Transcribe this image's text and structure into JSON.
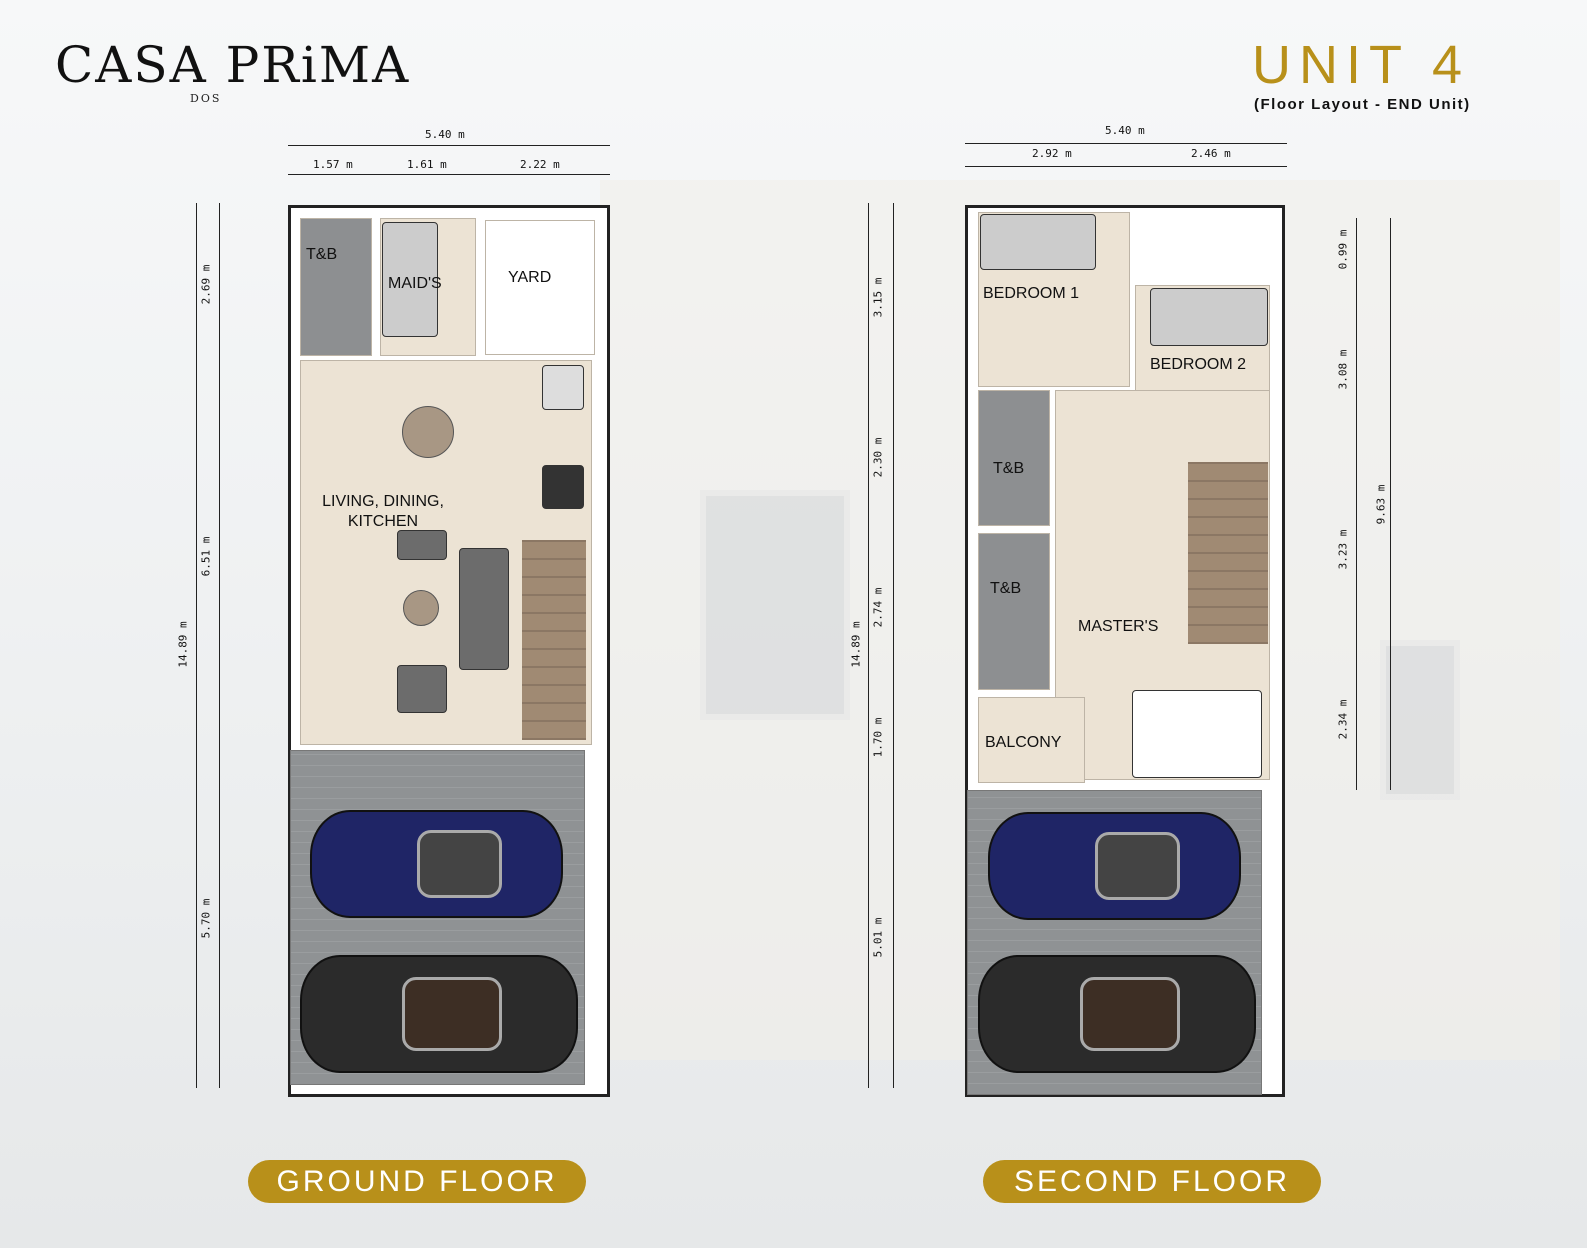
{
  "brand": {
    "name": "CASA PRiMA",
    "sub": "DOS"
  },
  "header": {
    "unit": "UNIT 4",
    "subtitle": "(Floor Layout - END Unit)"
  },
  "ground_floor": {
    "title": "GROUND FLOOR",
    "rooms": {
      "tb": "T&B",
      "maids": "MAID'S",
      "yard": "YARD",
      "living": "LIVING, DINING, KITCHEN"
    },
    "dims": {
      "total_width": "5.40 m",
      "w1": "1.57 m",
      "w2": "1.61 m",
      "w3": "2.22 m",
      "total_depth": "14.89 m",
      "d1": "2.69 m",
      "d2": "6.51 m",
      "d3": "5.70 m"
    }
  },
  "second_floor": {
    "title": "SECOND FLOOR",
    "rooms": {
      "bedroom1": "BEDROOM 1",
      "bedroom2": "BEDROOM 2",
      "tb1": "T&B",
      "tb2": "T&B",
      "masters": "MASTER'S",
      "balcony": "BALCONY"
    },
    "dims": {
      "total_width": "5.40 m",
      "w1": "2.92 m",
      "w2": "2.46 m",
      "total_depth": "14.89 m",
      "l1": "3.15 m",
      "l2": "2.30 m",
      "l3": "2.74 m",
      "l4": "1.70 m",
      "l5": "5.01 m",
      "r1": "0.99 m",
      "r2": "3.08 m",
      "r3": "3.23 m",
      "r4": "2.34 m",
      "r_total": "9.63 m"
    }
  },
  "colors": {
    "accent": "#b8901a",
    "floor": "#ece3d4",
    "tile": "#8d8f91"
  }
}
